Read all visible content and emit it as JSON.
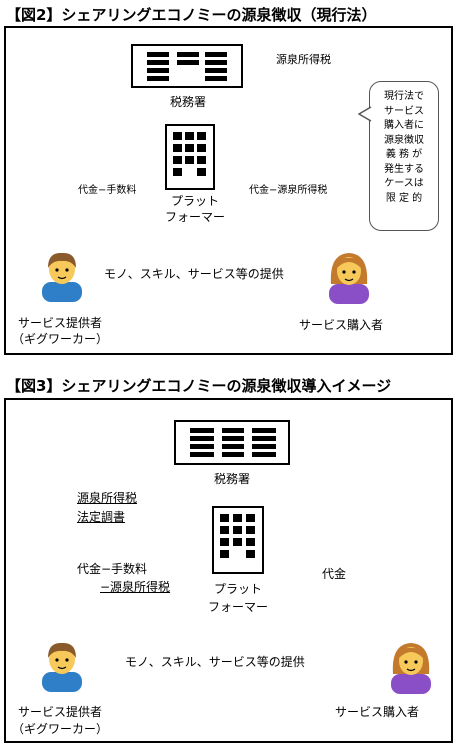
{
  "fig2": {
    "title": "【図2】シェアリングエコノミーの源泉徴収（現行法）",
    "tax_office": "税務署",
    "platform_line1": "プラット",
    "platform_line2": "フォーマー",
    "provider_line1": "サービス提供者",
    "provider_line2": "（ギグワーカー）",
    "buyer": "サービス購入者",
    "arrow_buyer_to_tax": "源泉所得税",
    "arrow_buyer_to_platform": "代金−源泉所得税",
    "arrow_platform_to_provider": "代金−手数料",
    "arrow_provider_to_buyer": "モノ、スキル、サービス等の提供",
    "callout_lines": [
      "現行法で",
      "サービス",
      "購入者に",
      "源泉徴収",
      "義 務 が",
      "発生する",
      "ケースは",
      "限 定 的"
    ]
  },
  "fig3": {
    "title": "【図3】シェアリングエコノミーの源泉徴収導入イメージ",
    "tax_office": "税務署",
    "platform_line1": "プラット",
    "platform_line2": "フォーマー",
    "provider_line1": "サービス提供者",
    "provider_line2": "（ギグワーカー）",
    "buyer": "サービス購入者",
    "arrow_platform_to_tax_line1": "源泉所得税",
    "arrow_platform_to_tax_line2": "法定調書",
    "arrow_platform_to_provider_line1": "代金−手数料",
    "arrow_platform_to_provider_line2": "−源泉所得税",
    "arrow_buyer_to_platform": "代金",
    "arrow_provider_to_buyer": "モノ、スキル、サービス等の提供"
  },
  "colors": {
    "skin": "#f7c95a",
    "hair_boy": "#8a5a2b",
    "shirt_boy": "#2f7fc8",
    "hair_girl": "#c47a2c",
    "shirt_girl": "#8a4fc7",
    "callout_border": "#555555"
  }
}
